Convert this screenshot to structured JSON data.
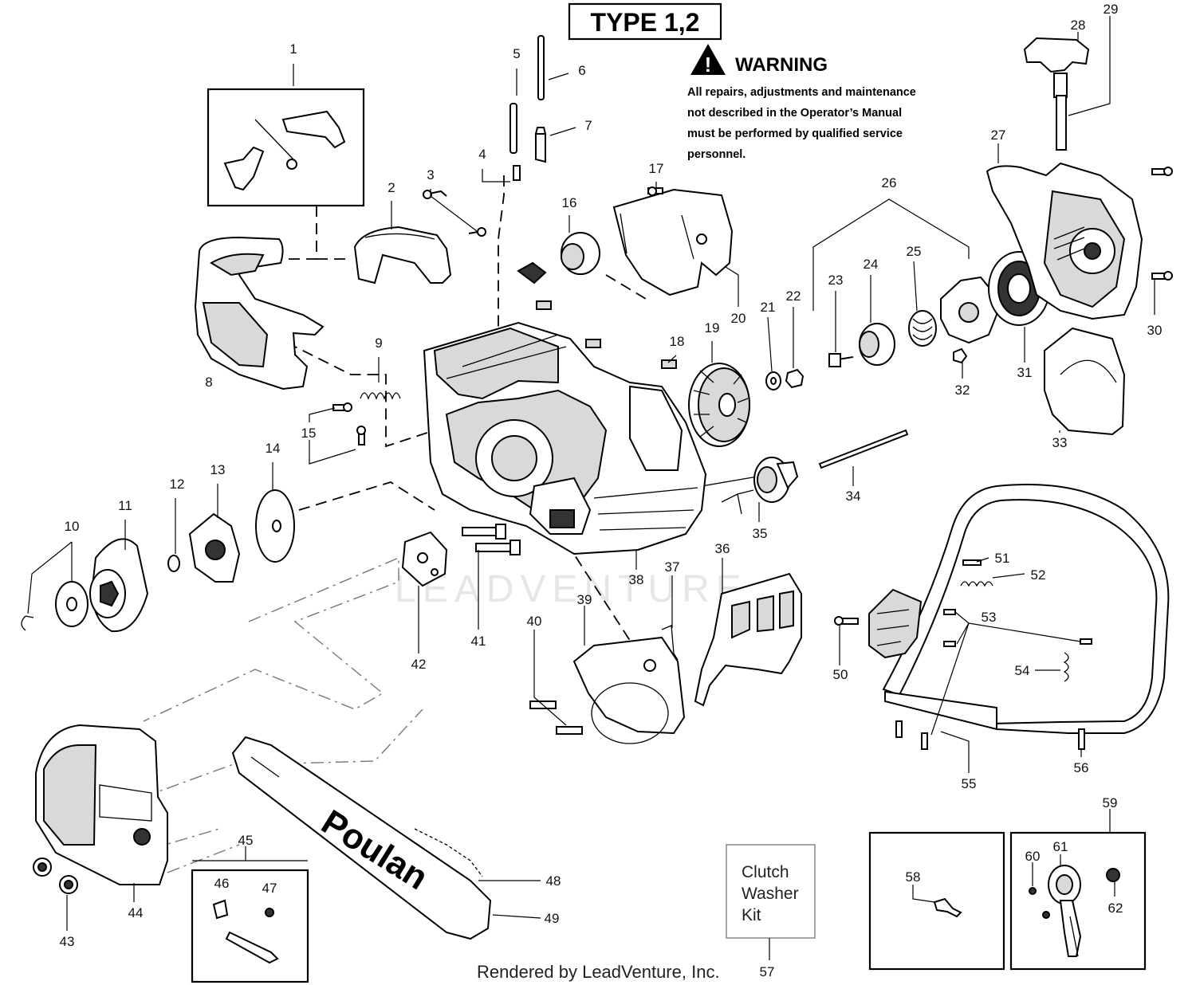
{
  "diagram": {
    "title": "TYPE 1,2",
    "warning_heading": "WARNING",
    "warning_lines": [
      "All repairs, adjustments and maintenance",
      "not described in the Operator’s Manual",
      "must be performed by qualified  service",
      "personnel."
    ],
    "kit_lines": [
      "Clutch",
      "Washer",
      "Kit"
    ],
    "footer": "Rendered by LeadVenture, Inc.",
    "brand": "Poulan",
    "watermark": "LEADVENTURE",
    "callouts": [
      "1",
      "2",
      "3",
      "4",
      "5",
      "6",
      "7",
      "8",
      "9",
      "10",
      "11",
      "12",
      "13",
      "14",
      "15",
      "16",
      "17",
      "18",
      "19",
      "20",
      "21",
      "22",
      "23",
      "24",
      "25",
      "26",
      "27",
      "28",
      "29",
      "30",
      "31",
      "32",
      "33",
      "34",
      "35",
      "36",
      "37",
      "38",
      "39",
      "40",
      "41",
      "42",
      "43",
      "44",
      "45",
      "46",
      "47",
      "48",
      "49",
      "50",
      "51",
      "52",
      "53",
      "54",
      "55",
      "56",
      "57",
      "58",
      "59",
      "60",
      "61",
      "62"
    ]
  }
}
